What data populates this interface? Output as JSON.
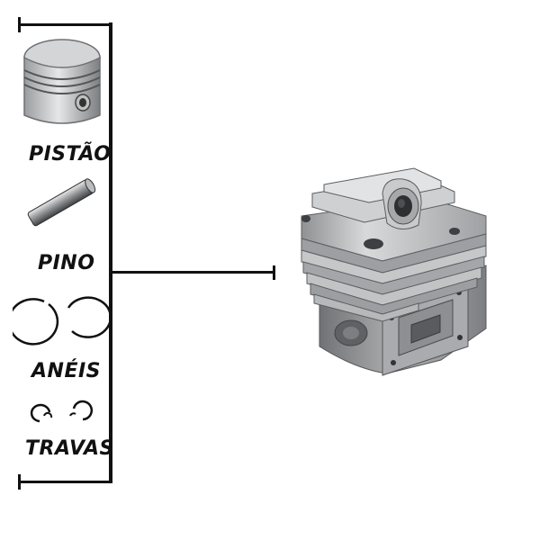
{
  "labels": {
    "piston": "PISTÃO",
    "pin": "PINO",
    "rings": "ANÉIS",
    "clips": "TRAVAS"
  },
  "colors": {
    "line": "#111111",
    "metal_light": "#d9dadb",
    "metal_dark": "#8c8e91"
  },
  "icons": [
    "piston-icon",
    "piston-pin-icon",
    "piston-rings-icon",
    "retaining-clips-icon",
    "cylinder-image"
  ]
}
